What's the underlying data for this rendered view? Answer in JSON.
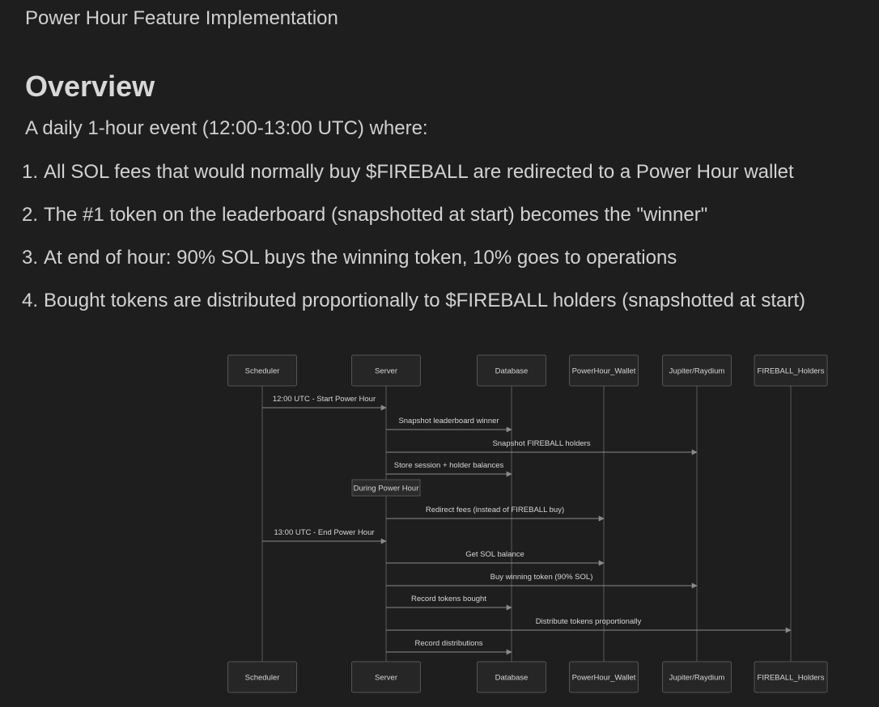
{
  "document": {
    "title": "Power Hour Feature Implementation",
    "heading": "Overview",
    "intro": "A daily 1-hour event (12:00-13:00 UTC) where:",
    "steps": [
      {
        "number": "1.",
        "text": "All SOL fees that would normally buy $FIREBALL are redirected to a Power Hour wallet"
      },
      {
        "number": "2.",
        "text": "The #1 token on the leaderboard (snapshotted at start) becomes the \"winner\""
      },
      {
        "number": "3.",
        "text": "At end of hour: 90% SOL buys the winning token, 10% goes to operations"
      },
      {
        "number": "4.",
        "text": "Bought tokens are distributed proportionally to $FIREBALL holders (snapshotted at start)"
      }
    ]
  },
  "sequence_diagram": {
    "participants": [
      "Scheduler",
      "Server",
      "Database",
      "PowerHour_Wallet",
      "Jupiter/Raydium",
      "FIREBALL_Holders"
    ],
    "messages": [
      {
        "from": 0,
        "to": 1,
        "label": "12:00 UTC - Start Power Hour"
      },
      {
        "from": 1,
        "to": 2,
        "label": "Snapshot leaderboard winner"
      },
      {
        "from": 1,
        "to": 4,
        "label": "Snapshot FIREBALL holders"
      },
      {
        "from": 1,
        "to": 2,
        "label": "Store session + holder balances"
      },
      {
        "note": true,
        "over": 1,
        "label": "During Power Hour"
      },
      {
        "from": 1,
        "to": 3,
        "label": "Redirect fees (instead of FIREBALL buy)"
      },
      {
        "from": 0,
        "to": 1,
        "label": "13:00 UTC - End Power Hour"
      },
      {
        "from": 1,
        "to": 3,
        "label": "Get SOL balance"
      },
      {
        "from": 1,
        "to": 4,
        "label": "Buy winning token (90% SOL)"
      },
      {
        "from": 1,
        "to": 2,
        "label": "Record tokens bought"
      },
      {
        "from": 1,
        "to": 5,
        "label": "Distribute tokens proportionally"
      },
      {
        "from": 1,
        "to": 2,
        "label": "Record distributions"
      }
    ],
    "colors": {
      "box_fill": "#262626",
      "box_stroke": "#545454",
      "lifeline": "#5a5a5a",
      "arrow": "#8a8a8a",
      "text": "#d6d6d6"
    }
  }
}
